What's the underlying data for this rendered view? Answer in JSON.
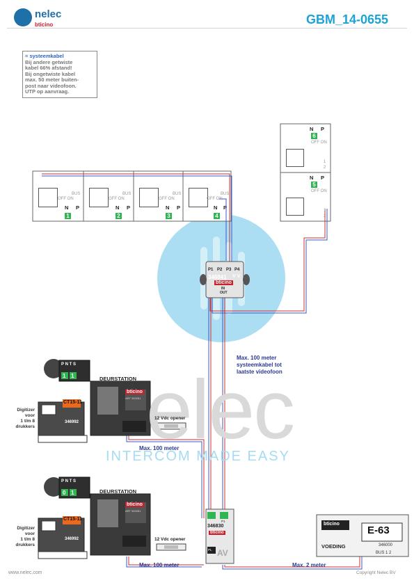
{
  "header": {
    "logo_brand": "nelec",
    "logo_sub": "bticino",
    "title": "GBM_14-0655"
  },
  "legend": {
    "lead": "= systeemkabel",
    "lines": [
      "Bij andere getwiste",
      "kabel 66% afstand!",
      "Bij ongetwiste kabel",
      "max. 50 meter buiten-",
      "post naar videofoon.",
      "UTP op aanvraag."
    ]
  },
  "monitors_row": [
    {
      "number": "1",
      "switch": "OFF ON"
    },
    {
      "number": "2",
      "switch": "OFF ON"
    },
    {
      "number": "3",
      "switch": "OFF ON"
    },
    {
      "number": "4",
      "switch": "OFF ON"
    }
  ],
  "monitors_right": [
    {
      "number": "6",
      "switch": "OFF ON"
    },
    {
      "number": "5",
      "switch": "OFF ON"
    }
  ],
  "terminal_labels": {
    "bus": "BUS",
    "n": "N",
    "p": "P",
    "ones": "1",
    "twos": "2"
  },
  "distributor": {
    "ports": [
      "P1",
      "P2",
      "P3",
      "P4"
    ],
    "code": "346841",
    "vv": "V V",
    "brand": "bticino",
    "in": "IN",
    "out": "OUT"
  },
  "cable_note": [
    "Max. 100 meter",
    "systeemkabel tot",
    "laatste videofoon"
  ],
  "door_stations": [
    {
      "title": "DEURSTATION",
      "art": "ART 343261",
      "brand": "bticino",
      "jumpers": [
        "1",
        "1"
      ],
      "digit_code": "346992",
      "ct": "CT15-11",
      "opener": "12 Vdc opener",
      "distance": "Max. 100 meter",
      "digitizer": [
        "Digitizer",
        "voor",
        "1 t/m 8",
        "drukkers"
      ]
    },
    {
      "title": "DEURSTATION",
      "art": "ART 343261",
      "brand": "bticino",
      "jumpers": [
        "0",
        "1"
      ],
      "digit_code": "346992",
      "ct": "CT15-11",
      "opener": "12 Vdc opener",
      "distance": "Max. 100 meter",
      "digitizer": [
        "Digitizer",
        "voor",
        "1 t/m 8",
        "drukkers"
      ]
    }
  ],
  "jumper_headers": [
    "P",
    "N",
    "T",
    "S"
  ],
  "interface": {
    "code": "346830",
    "brand": "bticino",
    "av": "AV",
    "p1": "P1",
    "pl": "PL"
  },
  "power": {
    "brand": "bticino",
    "model": "E-63",
    "label": "VOEDING",
    "code": "346000",
    "terminals": "BUS 1 2"
  },
  "power_distance": "Max. 2 meter",
  "watermark": {
    "word": "elec",
    "tagline": "INTERCOM MADE EASY"
  },
  "footer": {
    "url": "www.nelec.com",
    "copyright": "Copyright Nelec BV"
  },
  "colors": {
    "accent": "#1aa3d4",
    "cable_blue": "#3858c8",
    "cable_red": "#c83030",
    "terminal_green": "#31b552",
    "watermark_circle": "#8fd3ef"
  }
}
